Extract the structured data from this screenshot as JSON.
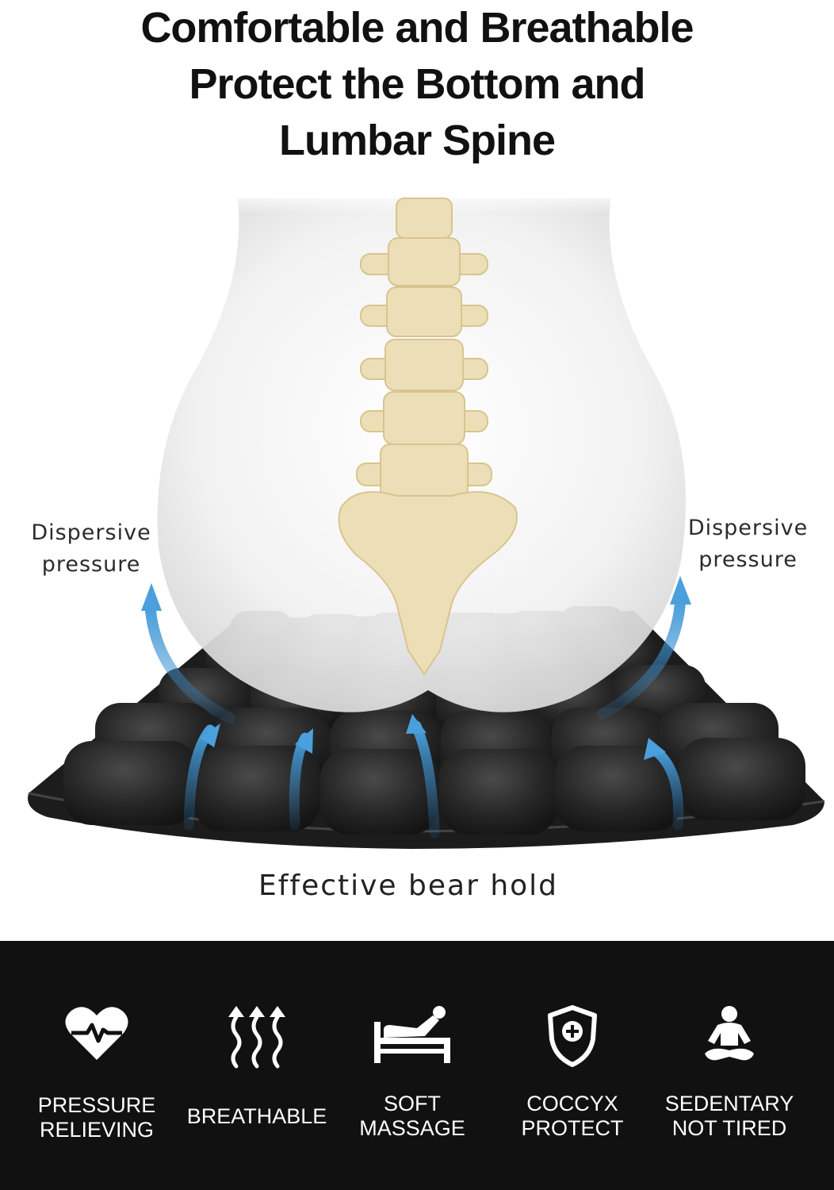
{
  "title": {
    "line1": "Comfortable and Breathable",
    "line2": "Protect the Bottom and",
    "line3": "Lumbar Spine"
  },
  "labels": {
    "left_line1": "Dispersive",
    "left_line2": "pressure",
    "right_line1": "Dispersive",
    "right_line2": "pressure",
    "bottom": "Effective bear hold"
  },
  "features": [
    {
      "icon": "heart-pulse-icon",
      "line1": "PRESSURE",
      "line2": "RELIEVING"
    },
    {
      "icon": "breathable-arrows-icon",
      "line1": "BREATHABLE",
      "line2": ""
    },
    {
      "icon": "massage-bed-icon",
      "line1": "SOFT",
      "line2": "MASSAGE"
    },
    {
      "icon": "shield-plus-icon",
      "line1": "COCCYX",
      "line2": "PROTECT"
    },
    {
      "icon": "sitting-person-icon",
      "line1": "SEDENTARY",
      "line2": "NOT TIRED"
    }
  ],
  "colors": {
    "band": "#111111",
    "arrow_blue": "#4a9ad4",
    "cushion": "#2a2a2a",
    "spine": "#e8dcb6"
  }
}
